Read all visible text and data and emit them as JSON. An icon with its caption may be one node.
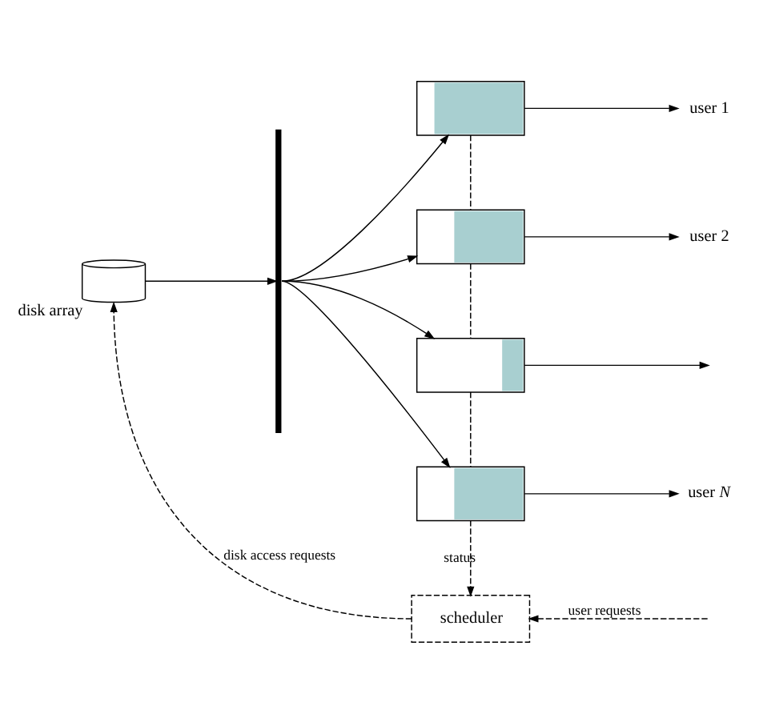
{
  "diagram": {
    "nodes": [
      {
        "text": [
          "disk array"
        ]
      },
      {
        "text": [],
        "shape": "bar"
      },
      {
        "text": [],
        "shape": "box"
      },
      {
        "text": [],
        "shape": "box"
      },
      {
        "text": [],
        "shape": "box"
      },
      {
        "text": [],
        "shape": "box"
      },
      {
        "text": [
          "user 1"
        ]
      },
      {
        "text": [
          "user 2"
        ]
      },
      {
        "text": [
          "user *N*"
        ]
      },
      {
        "text": [
          "scheduler"
        ]
      }
    ],
    "edges": [
      {
        "from": 0,
        "to": 1,
        "arrow": "to"
      },
      {
        "from": 1,
        "to": 2,
        "arrow": "to"
      },
      {
        "from": 1,
        "to": 3,
        "arrow": "to"
      },
      {
        "from": 1,
        "to": 4,
        "arrow": "to"
      },
      {
        "from": 1,
        "to": 5,
        "arrow": "to"
      },
      {
        "from": 2,
        "to": 6,
        "arrow": "to"
      },
      {
        "from": 3,
        "to": 7,
        "arrow": "to"
      },
      {
        "from": 4,
        "to": null,
        "arrow": "to"
      },
      {
        "from": 5,
        "to": 8,
        "arrow": "to"
      },
      {
        "from": 2,
        "to": 3,
        "arrow": "none",
        "style": "dashed"
      },
      {
        "from": 3,
        "to": 4,
        "arrow": "none",
        "style": "dashed"
      },
      {
        "from": 4,
        "to": 5,
        "arrow": "none",
        "style": "dashed"
      },
      {
        "from": 5,
        "to": 9,
        "label": "status",
        "arrow": "to",
        "style": "dashed"
      },
      {
        "from": 9,
        "to": 0,
        "label": "disk access requests",
        "arrow": "to",
        "style": "dashed"
      },
      {
        "from": null,
        "to": 9,
        "label": "user requests",
        "arrow": "to",
        "style": "dashed"
      }
    ]
  }
}
